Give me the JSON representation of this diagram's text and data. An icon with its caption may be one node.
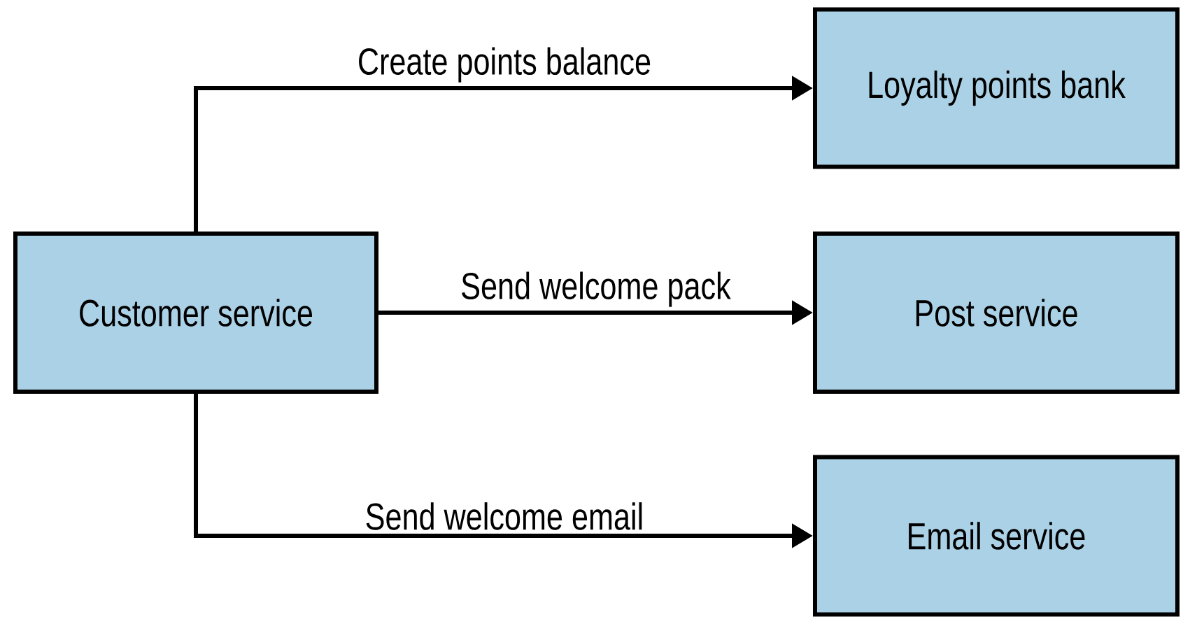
{
  "diagram": {
    "nodes": [
      {
        "text": [
          "Customer service"
        ]
      },
      {
        "text": [
          "Loyalty points bank"
        ]
      },
      {
        "text": [
          "Post service"
        ]
      },
      {
        "text": [
          "Email service"
        ]
      }
    ],
    "edges": [
      {
        "from": 0,
        "to": 1,
        "arrow": "to",
        "label": "Create points balance"
      },
      {
        "from": 0,
        "to": 2,
        "arrow": "to",
        "label": "Send welcome pack"
      },
      {
        "from": 0,
        "to": 3,
        "arrow": "to",
        "label": "Send welcome email"
      }
    ]
  }
}
